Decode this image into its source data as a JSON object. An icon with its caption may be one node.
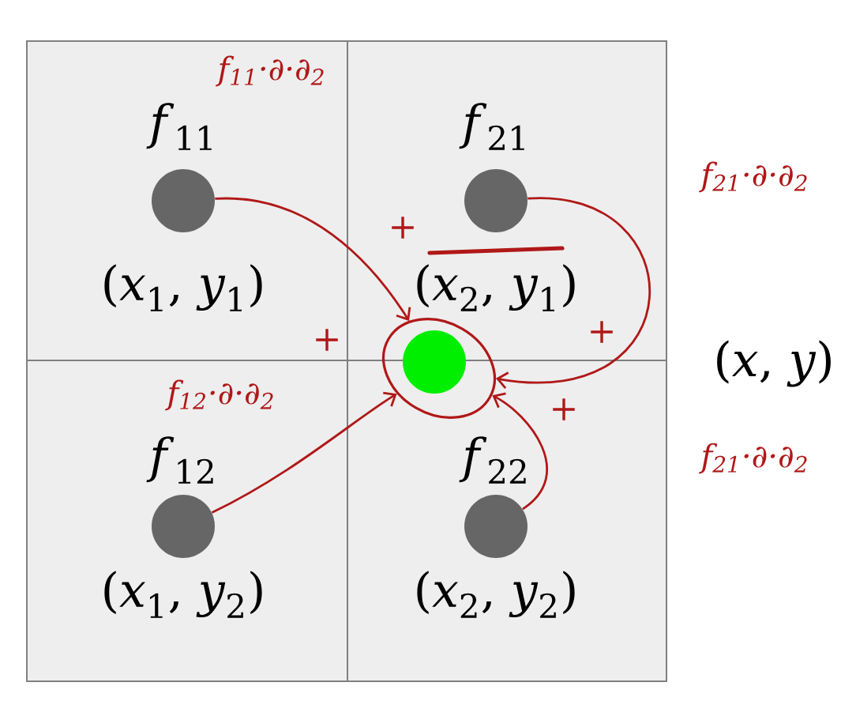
{
  "diagram": {
    "nodes": [
      {
        "text": [
          "*f*$_{11}$",
          "(*x*$_{1}$, *y*$_{1}$)"
        ]
      },
      {
        "text": [
          "*f*$_{21}$",
          "(*x*$_{2}$, *y*$_{1}$)"
        ]
      },
      {
        "text": [
          "*f*$_{12}$",
          "(*x*$_{1}$, *y*$_{2}$)"
        ]
      },
      {
        "text": [
          "*f*$_{22}$",
          "(*x*$_{2}$, *y*$_{2}$)"
        ]
      },
      {
        "text": [],
        "shape": "circle",
        "in": 0
      },
      {
        "text": [],
        "shape": "circle",
        "in": 1
      },
      {
        "text": [],
        "shape": "circle",
        "in": 2
      },
      {
        "text": [],
        "shape": "circle",
        "in": 3
      },
      {
        "text": [],
        "shape": "ellipse"
      },
      {
        "text": [],
        "shape": "circle",
        "in": 8
      }
    ],
    "edges": [
      {
        "from": 4,
        "to": 8,
        "arrow": "to"
      },
      {
        "from": 5,
        "to": 8,
        "arrow": "to"
      },
      {
        "from": 6,
        "to": 8,
        "arrow": "to"
      },
      {
        "from": 7,
        "to": 8,
        "arrow": "to"
      }
    ],
    "labels": [
      "f$_{11}$·∂·∂$_{2}$",
      "f$_{21}$·∂·∂$_{2}$",
      "+",
      "+",
      "+",
      "(*x*, *y*)",
      "f$_{12}$·∂·∂$_{2}$",
      "+",
      "f$_{21}$·∂·∂$_{2}$"
    ]
  }
}
